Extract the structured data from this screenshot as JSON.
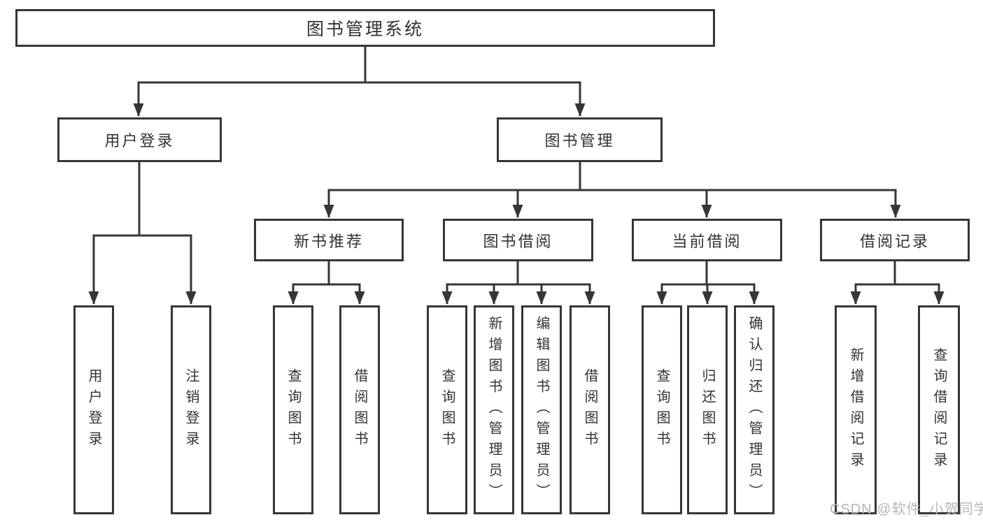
{
  "diagram_type": "hierarchy-tree",
  "tree": {
    "label": "图书管理系统",
    "children": [
      {
        "label": "用户登录",
        "children": [
          {
            "label": "用户登录"
          },
          {
            "label": "注销登录"
          }
        ]
      },
      {
        "label": "图书管理",
        "children": [
          {
            "label": "新书推荐",
            "children": [
              {
                "label": "查询图书"
              },
              {
                "label": "借阅图书"
              }
            ]
          },
          {
            "label": "图书借阅",
            "children": [
              {
                "label": "查询图书"
              },
              {
                "label": "新增图书（管理员）"
              },
              {
                "label": "编辑图书（管理员）"
              },
              {
                "label": "借阅图书"
              }
            ]
          },
          {
            "label": "当前借阅",
            "children": [
              {
                "label": "查询图书"
              },
              {
                "label": "归还图书"
              },
              {
                "label": "确认归还（管理员）"
              }
            ]
          },
          {
            "label": "借阅记录",
            "children": [
              {
                "label": "新增借阅记录"
              },
              {
                "label": "查询借阅记录"
              }
            ]
          }
        ]
      }
    ]
  },
  "watermark": {
    "text": "CSDN @软件_小贺同学"
  },
  "colors": {
    "line": "#363636",
    "text": "#333333",
    "watermark": "#b5b5b5",
    "background": "#ffffff"
  }
}
